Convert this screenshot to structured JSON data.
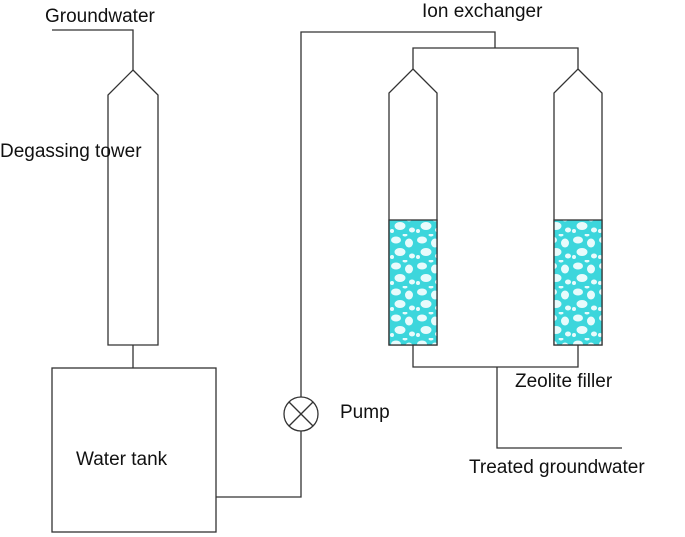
{
  "labels": {
    "groundwater": "Groundwater",
    "degassing_tower": "Degassing tower",
    "water_tank": "Water tank",
    "pump": "Pump",
    "ion_exchanger": "Ion exchanger",
    "zeolite_filler": "Zeolite filler",
    "treated_groundwater": "Treated groundwater"
  },
  "colors": {
    "line": "#333333",
    "zeolite_fill": "#3cd6dc",
    "zeolite_bubble": "#e8fbfc"
  },
  "icons": {
    "pump": "valve-cross-circle-icon"
  }
}
